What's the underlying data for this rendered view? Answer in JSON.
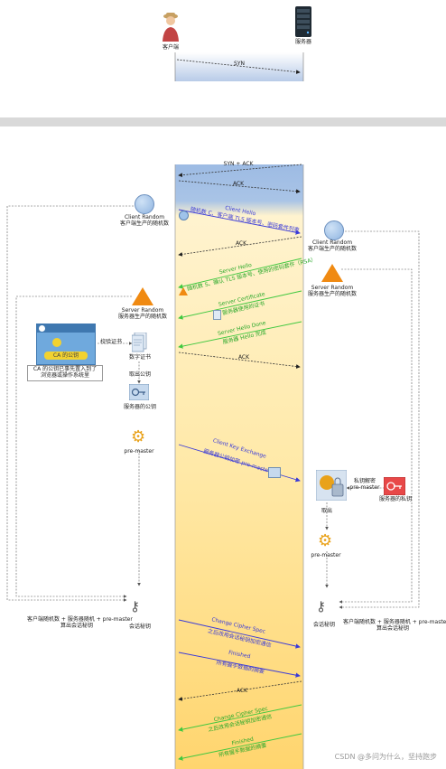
{
  "top": {
    "client_label": "客户端",
    "server_label": "服务器",
    "syn": "SYN"
  },
  "handshake": {
    "syn_ack": "SYN + ACK",
    "ack1": "ACK",
    "client_hello": "Client Hello",
    "client_hello_desc": "随机数 C、客户端 TLS 版本号、密码套件列表",
    "ack2": "ACK",
    "server_hello": "Server Hello",
    "server_hello_desc": "随机数 S、确认 TLS 版本号、使用的密码套件（RSA）",
    "server_certificate": "Server Certificate",
    "server_certificate_desc": "服务器使用的证书",
    "server_hello_done": "Server Hello Done",
    "server_hello_done_desc": "服务器 Hello 完成",
    "ack3": "ACK",
    "client_key_exchange": "Client Key Exchange",
    "client_key_exchange_desc": "服务器公钥加密 pre-master",
    "change_cipher_spec_c": "Change Cipher Spec",
    "change_cipher_spec_c_desc": "之后改用会话秘钥加密通信",
    "finished_c": "Finished",
    "finished_c_desc": "所有握手数据的摘要",
    "ack4": "ACK",
    "change_cipher_spec_s": "Change Cipher Spec",
    "change_cipher_spec_s_desc": "之后改用会话秘钥加密通信",
    "finished_s": "Finished",
    "finished_s_desc": "所有握手数据的摘要"
  },
  "left": {
    "client_random_title": "Client Random",
    "client_random_desc": "客户端生产的随机数",
    "server_random_title": "Server Random",
    "server_random_desc": "服务器生产的随机数",
    "ca_pubkey": "CA 的公钥",
    "ca_note_1": "CA 的公钥已事先置入到了",
    "ca_note_2": "浏览器或操作系统里",
    "verify_cert": "校验证书",
    "digital_cert": "数字证书",
    "take_pubkey": "取出公钥",
    "server_pubkey": "服务器的公钥",
    "premaster": "pre-master",
    "session_formula_1": "客户端随机数 + 服务器随机 + pre-master",
    "session_formula_2": "算出会话秘钥",
    "session_key": "会话秘钥"
  },
  "right": {
    "client_random_title": "Client Random",
    "client_random_desc": "客户端生产的随机数",
    "server_random_title": "Server Random",
    "server_random_desc": "服务器生产的随机数",
    "privkey_decrypt_1": "私钥解密",
    "privkey_decrypt_2": "pre-master",
    "server_privkey": "服务器的私钥",
    "take_out": "取出",
    "premaster": "pre-master",
    "session_key": "会话秘钥",
    "session_formula_1": "客户端随机数 + 服务器随机 +  pre-master",
    "session_formula_2": "算出会话秘钥"
  },
  "watermark": "CSDN @多问为什么，坚持跑步",
  "colors": {
    "blue_arrow": "#3a3ad8",
    "green_arrow": "#3fc83f",
    "client_random_circle": "#9fc3ea",
    "server_random_triangle": "#f08a12",
    "column_top": "#9dbbe4",
    "column_bottom": "#ffd77a"
  },
  "icons": [
    "user-icon",
    "server-rack-icon",
    "globe-circle-icon",
    "triangle-icon",
    "certificate-icon",
    "public-key-icon",
    "gear-icon",
    "keys-icon",
    "lock-icon",
    "private-key-icon"
  ]
}
